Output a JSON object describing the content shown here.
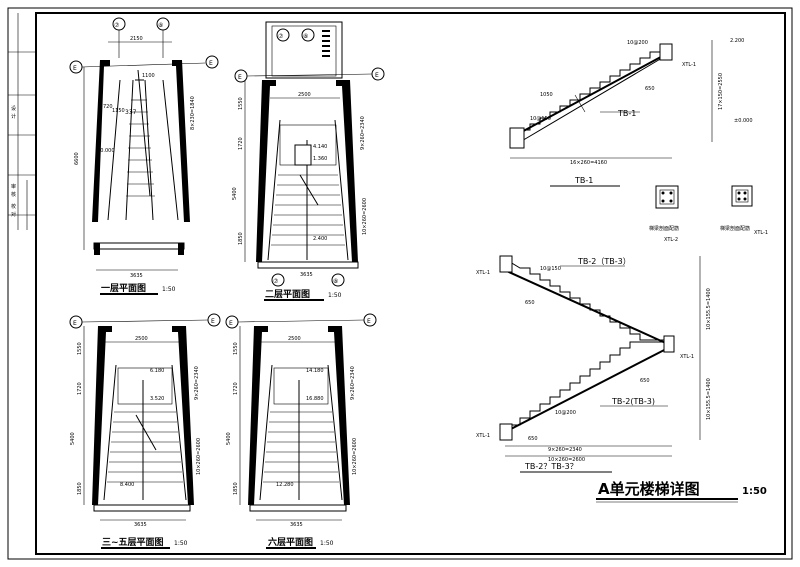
{
  "title_block": {
    "rows": [
      "设",
      "计",
      "审",
      "核",
      "校",
      "对"
    ]
  },
  "axes": {
    "seven": "⑦",
    "eight": "⑧",
    "E": "E"
  },
  "plans": [
    {
      "caption": "一层平面图",
      "scale": "1:50",
      "dims": {
        "top": "2150",
        "left_height": "6600",
        "bottom": "3635",
        "landing_w": "1100",
        "d1": "1150",
        "d2": "720",
        "right_note": "8×230=1840",
        "stair_dim": "337",
        "level": "±0.000"
      }
    },
    {
      "caption": "二层平面图",
      "scale": "1:50",
      "dims": {
        "top": "2500",
        "left_height": "5400",
        "bottom": "3635",
        "d1": "1550",
        "d2": "1720",
        "d3": "1850",
        "right_note": "9×260=2340",
        "right_note2": "10×260=2600",
        "lvl1": "4.140",
        "lvl2": "1.360",
        "lvl3": "2.400"
      }
    },
    {
      "caption": "三~五层平面图",
      "scale": "1:50",
      "dims": {
        "top": "2500",
        "left_height": "5400",
        "bottom": "3635",
        "d1": "1550",
        "d2": "1720",
        "d3": "1850",
        "right_note": "9×260=2340",
        "right_note2": "10×260=2600",
        "lvl1": "6.180",
        "lvl2": "8.400",
        "lvl3": "3.520"
      }
    },
    {
      "caption": "六层平面图",
      "scale": "1:50",
      "dims": {
        "top": "2500",
        "left_height": "5400",
        "bottom": "3635",
        "d1": "1550",
        "d2": "1720",
        "d3": "1850",
        "right_note": "9×260=2340",
        "right_note2": "10×260=2600",
        "lvl1": "14.180",
        "lvl2": "12.280",
        "lvl3": "16.880"
      }
    }
  ],
  "tb1": {
    "label": "TB-1",
    "caption": "TB-1",
    "dims": {
      "bottom": "16×260=4160",
      "top_lvl": "2.200",
      "mid_lvl": "±0.000",
      "side": "17×150=2550",
      "w1": "1050",
      "w2": "650",
      "rebar1": "10@200",
      "rebar2": "10@150",
      "beam": "XTL-1"
    }
  },
  "tb2": {
    "label_top": "TB-2（TB-3）",
    "label_bottom": "TB-2(TB-3)",
    "caption": "TB-2？TB-3？",
    "dims": {
      "w1": "650",
      "w2": "650",
      "w3": "650",
      "bottom1": "9×260=2340",
      "bottom2": "10×260=2600",
      "side1": "10×155.5=1400",
      "side2": "10×155.5=1400",
      "rebar1": "10@150",
      "rebar2": "10@200",
      "beam1": "XTL-1",
      "beam2": "XTL-1",
      "beam3": "XTL-1"
    }
  },
  "sections": {
    "xtl2": "XTL-2",
    "xtl1": "XTL-1",
    "note1": "梯梁剖面配筋",
    "note2": "梯梁剖面配筋"
  },
  "sheet_title": {
    "text": "A单元楼梯详图",
    "scale": "1:50"
  }
}
